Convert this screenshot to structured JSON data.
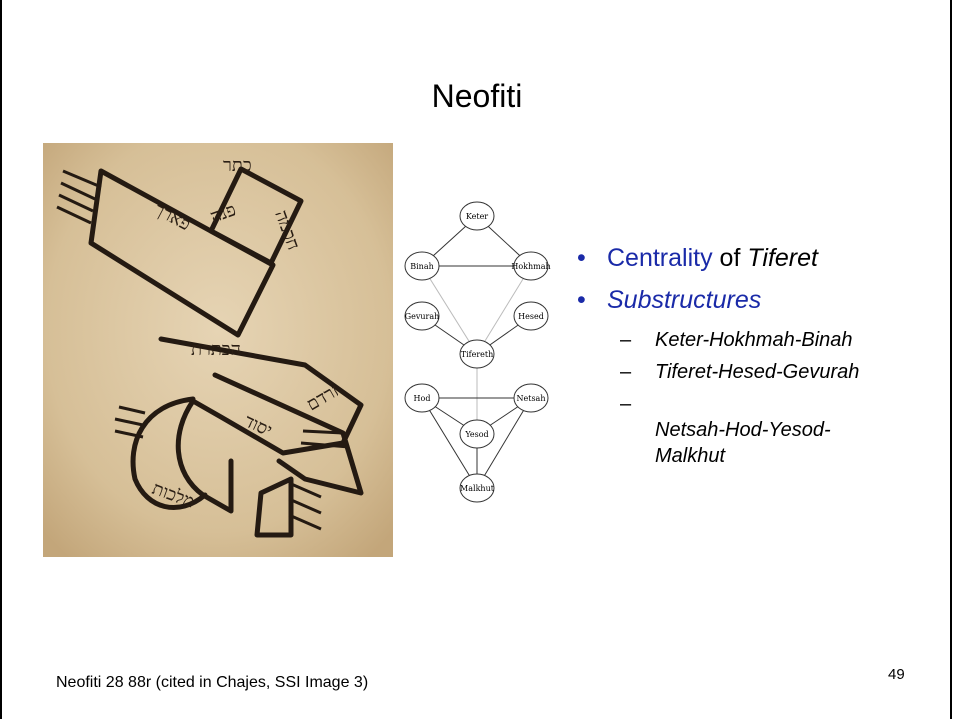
{
  "slide": {
    "title": "Neofiti",
    "footer": "Neofiti 28 88r (cited in Chajes, SSI Image 3)",
    "page_number": "49"
  },
  "tree": {
    "nodes": [
      "Keter",
      "Binah",
      "Hokhmah",
      "Gevurah",
      "Hesed",
      "Tifereth",
      "Hod",
      "Netsah",
      "Yesod",
      "Malkhut"
    ]
  },
  "bullets": {
    "b1_highlight": "Centrality",
    "b1_rest": " of ",
    "b1_italic": "Tiferet",
    "b2": "Substructures",
    "sub": [
      "Keter-Hokhmah-Binah",
      "Tiferet-Hesed-Gevurah",
      "Netsah-Hod-Yesod-\nMalkhut"
    ]
  }
}
